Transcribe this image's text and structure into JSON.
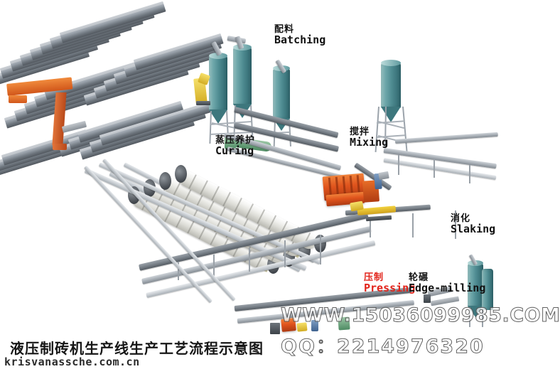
{
  "image": {
    "kind": "process-flow-illustration",
    "background_color": "#ffffff",
    "title_cn": "液压制砖机生产线生产工艺流程示意图",
    "site": "krisvanassche.com.cn"
  },
  "watermark": {
    "url": "WWW.15036099985.COM",
    "qq": "QQ：2214976320"
  },
  "labels": [
    {
      "name": "batching",
      "cn": "配料",
      "en": "Batching",
      "color": "#121212"
    },
    {
      "name": "curing",
      "cn": "蒸压养护",
      "en": "Curing",
      "color": "#121212"
    },
    {
      "name": "mixing",
      "cn": "搅拌",
      "en": "Mixing",
      "color": "#121212"
    },
    {
      "name": "slaking",
      "cn": "消化",
      "en": "Slaking",
      "color": "#121212"
    },
    {
      "name": "pressing",
      "cn": "压制",
      "en": "Pressing",
      "color": "#e2231a"
    },
    {
      "name": "edge-milling",
      "cn": "轮碾",
      "en": "Edge-milling",
      "color": "#121212"
    }
  ],
  "palette": {
    "silo_teal": "#4d8a90",
    "press_orange": "#e0541d",
    "crane_orange": "#d1561a",
    "conveyor_gray": "#7d858d",
    "brick_stack_gray": "#6f777f",
    "autoclave_white": "#f2f2ef",
    "autoclave_cap": "#464b51",
    "accent_red": "#e2231a",
    "yellow_machine": "#d2ac22"
  },
  "equipment": [
    {
      "name": "brick-stack-yard",
      "label": "stacked cured brick pallets"
    },
    {
      "name": "gantry-crane",
      "label": "orange gantry crane"
    },
    {
      "name": "autoclave-bank",
      "label": "four autoclave vessels"
    },
    {
      "name": "batching-silos",
      "label": "batching silo cluster"
    },
    {
      "name": "mixing-silo",
      "label": "mixing silo on steel frame"
    },
    {
      "name": "slaking-silo",
      "label": "slaking silo"
    },
    {
      "name": "press-machine",
      "label": "hydraulic brick press"
    },
    {
      "name": "edge-mill",
      "label": "edge-milling unit"
    },
    {
      "name": "conveyor-network",
      "label": "belt conveyor network"
    }
  ]
}
